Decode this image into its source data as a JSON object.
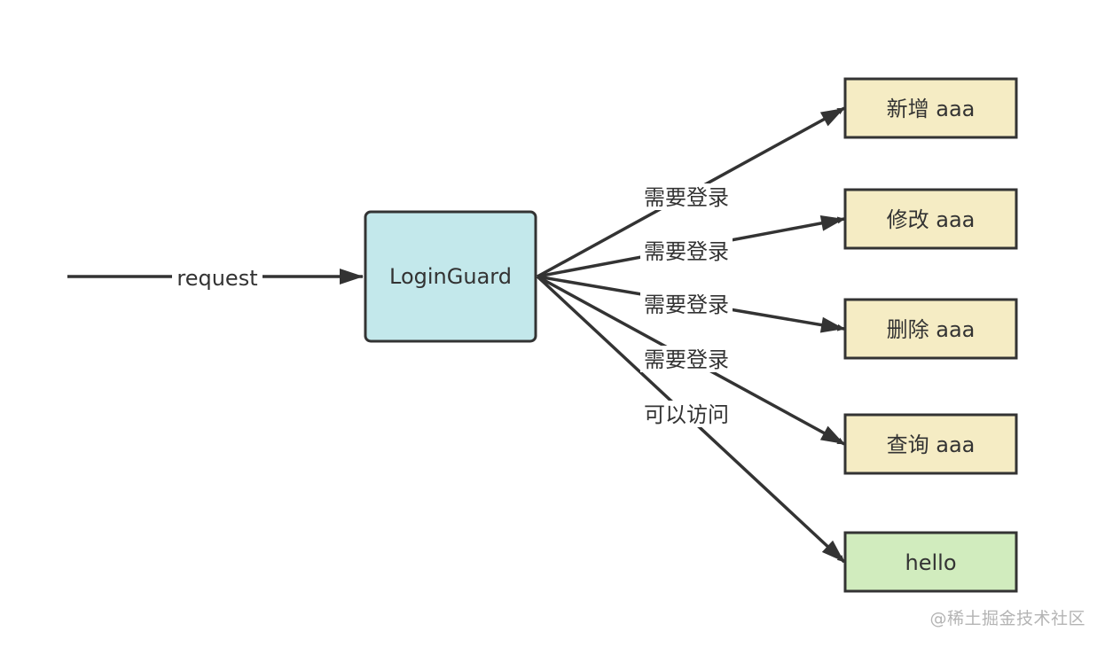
{
  "source_label": "request",
  "guard": {
    "label": "LoginGuard",
    "fill": "#c3e8eb"
  },
  "routes": [
    {
      "target": "新增 aaa",
      "edge_label": "需要登录",
      "fill": "#f5ecc4"
    },
    {
      "target": "修改 aaa",
      "edge_label": "需要登录",
      "fill": "#f5ecc4"
    },
    {
      "target": "删除 aaa",
      "edge_label": "需要登录",
      "fill": "#f5ecc4"
    },
    {
      "target": "查询 aaa",
      "edge_label": "需要登录",
      "fill": "#f5ecc4"
    },
    {
      "target": "hello",
      "edge_label": "可以访问",
      "fill": "#d1ecbe"
    }
  ],
  "stroke_color": "#333333",
  "watermark": "@稀土掘金技术社区"
}
